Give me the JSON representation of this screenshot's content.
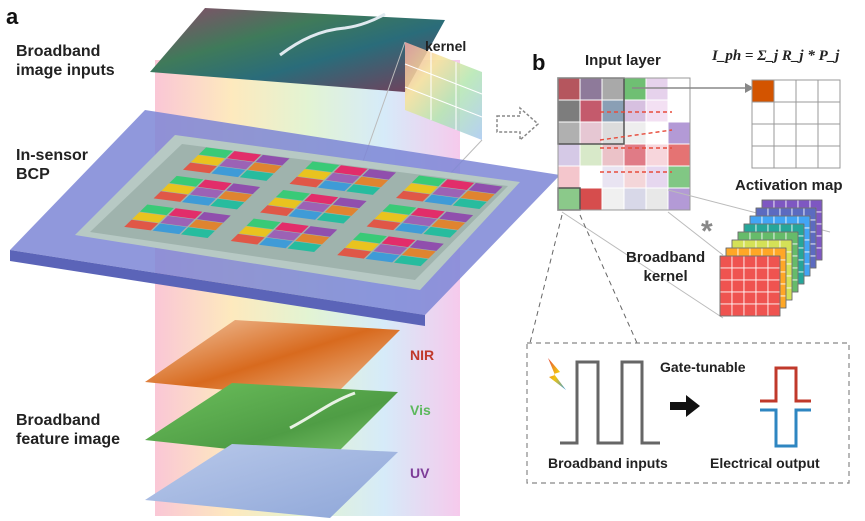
{
  "panel_a": {
    "letter": "a",
    "label_inputs_1": "Broadband",
    "label_inputs_2": "image inputs",
    "label_sensor_1": "In-sensor",
    "label_sensor_2": "BCP",
    "label_kernel": "kernel",
    "label_feature_1": "Broadband",
    "label_feature_2": "feature image",
    "band_nir": "NIR",
    "band_vis": "Vis",
    "band_uv": "UV"
  },
  "panel_b": {
    "letter": "b",
    "input_layer": "Input layer",
    "activation_map": "Activation map",
    "formula": "I_ph = Σ_j R_j * P_j",
    "broadband_kernel_1": "Broadband",
    "broadband_kernel_2": "kernel",
    "convolution_symbol": "*",
    "gate_tunable": "Gate-tunable",
    "broadband_inputs": "Broadband inputs",
    "electrical_output": "Electrical output"
  },
  "colors": {
    "nir": "#c0392b",
    "vis": "#5cb85c",
    "uv": "#7d3c98",
    "output_positive": "#c0392b",
    "output_negative": "#2e86c1"
  }
}
